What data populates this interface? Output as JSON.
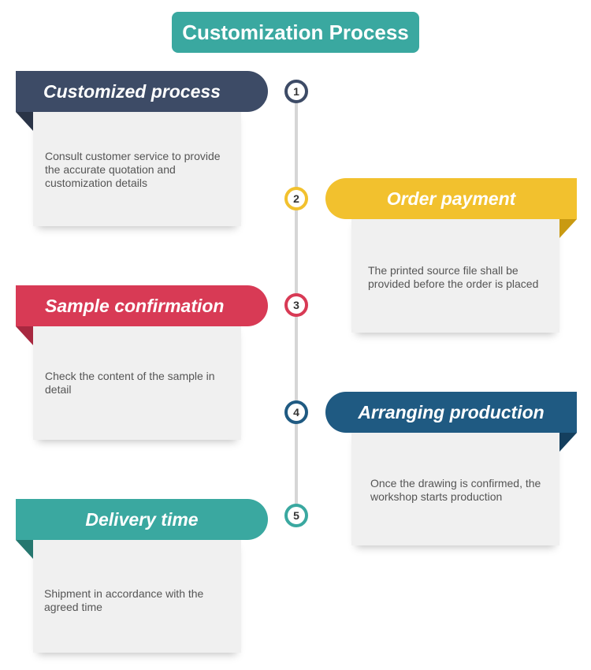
{
  "title": "Customization Process",
  "colors": {
    "teal": "#3aa8a0",
    "navy": "#3d4b66",
    "yellow": "#f2c12e",
    "red": "#d83a55",
    "blue": "#1f5a82",
    "line": "#d6d6d6",
    "card": "#f0f0f0"
  },
  "steps": [
    {
      "number": "1",
      "heading": "Customized process",
      "text": "Consult customer service to provide the accurate quotation and customization details"
    },
    {
      "number": "2",
      "heading": "Order payment",
      "text": "The printed source file shall be provided before the order is placed"
    },
    {
      "number": "3",
      "heading": "Sample confirmation",
      "text": "Check the content of the sample in detail"
    },
    {
      "number": "4",
      "heading": "Arranging production",
      "text": "Once the drawing is confirmed, the workshop starts production"
    },
    {
      "number": "5",
      "heading": "Delivery time",
      "text": "Shipment in accordance with the agreed time"
    }
  ]
}
